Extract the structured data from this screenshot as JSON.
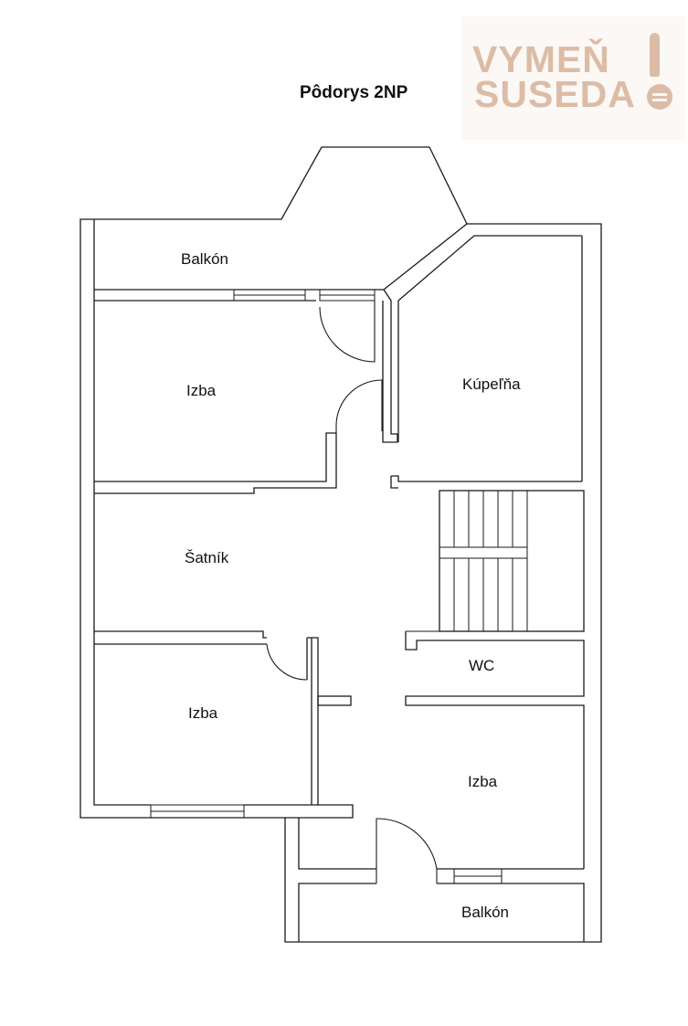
{
  "title": "Pôdorys 2NP",
  "logo": {
    "line1": "VYMEŇ",
    "line2": "SUSEDA"
  },
  "rooms": [
    {
      "id": "balkon-top",
      "label": "Balkón"
    },
    {
      "id": "izba-1",
      "label": "Izba"
    },
    {
      "id": "kupelna",
      "label": "Kúpeľňa"
    },
    {
      "id": "satnik",
      "label": "Šatník"
    },
    {
      "id": "izba-2",
      "label": "Izba"
    },
    {
      "id": "wc",
      "label": "WC"
    },
    {
      "id": "izba-3",
      "label": "Izba"
    },
    {
      "id": "balkon-bottom",
      "label": "Balkón"
    }
  ]
}
